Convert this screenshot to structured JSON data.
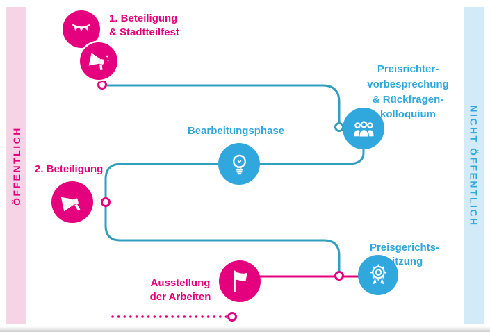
{
  "diagram": {
    "bands": {
      "left": {
        "label": "ÖFFENTLICH",
        "text_color": "#e5007d",
        "bg_color": "#f7d3e6"
      },
      "right": {
        "label": "NICHT ÖFFENTLICH",
        "text_color": "#31a8dd",
        "bg_color": "#d3ebf8"
      }
    },
    "colors": {
      "pink": "#e5007d",
      "blue": "#31a8dd",
      "line_teal": "#339fbe"
    },
    "steps": [
      {
        "id": "beteiligung-1",
        "label": "1. Beteiligung\n& Stadtteilfest",
        "color": "pink",
        "icons": [
          "bunting-icon",
          "megaphone-icon"
        ]
      },
      {
        "id": "preisrichtervorbesprechung",
        "label": "Preisrichter-\nvorbesprechung\n& Rückfragen-\nkolloquium",
        "color": "blue",
        "icons": [
          "committee-icon"
        ]
      },
      {
        "id": "bearbeitungsphase",
        "label": "Bearbeitungsphase",
        "color": "blue",
        "icons": [
          "lightbulb-icon"
        ]
      },
      {
        "id": "beteiligung-2",
        "label": "2. Beteiligung",
        "color": "pink",
        "icons": [
          "megaphone-icon"
        ]
      },
      {
        "id": "preisgerichtssitzung",
        "label": "Preisgerichts-\nsitzung",
        "color": "blue",
        "icons": [
          "medal-icon"
        ]
      },
      {
        "id": "ausstellung",
        "label": "Ausstellung\nder Arbeiten",
        "color": "pink",
        "icons": [
          "flag-icon"
        ]
      }
    ]
  }
}
